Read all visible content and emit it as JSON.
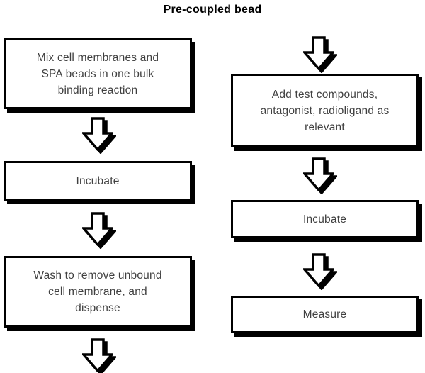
{
  "title": "Pre-coupled bead",
  "flow": {
    "left": [
      {
        "label": "Mix cell membranes and\nSPA beads in one bulk\nbinding reaction"
      },
      {
        "label": "Incubate"
      },
      {
        "label": "Wash to remove unbound\ncell membrane, and\ndispense"
      }
    ],
    "right": [
      {
        "label": "Add test compounds,\nantagonist, radioligand as\nrelevant"
      },
      {
        "label": "Incubate"
      },
      {
        "label": "Measure"
      }
    ]
  },
  "icons": {
    "connector": "down-arrow-icon"
  },
  "colors": {
    "background": "#ffffff",
    "box_fill": "#ffffff",
    "box_border": "#000000",
    "box_shadow": "#000000",
    "box_text": "#404040",
    "title_text": "#000000",
    "arrow_fill": "#ffffff",
    "arrow_outline": "#000000"
  }
}
